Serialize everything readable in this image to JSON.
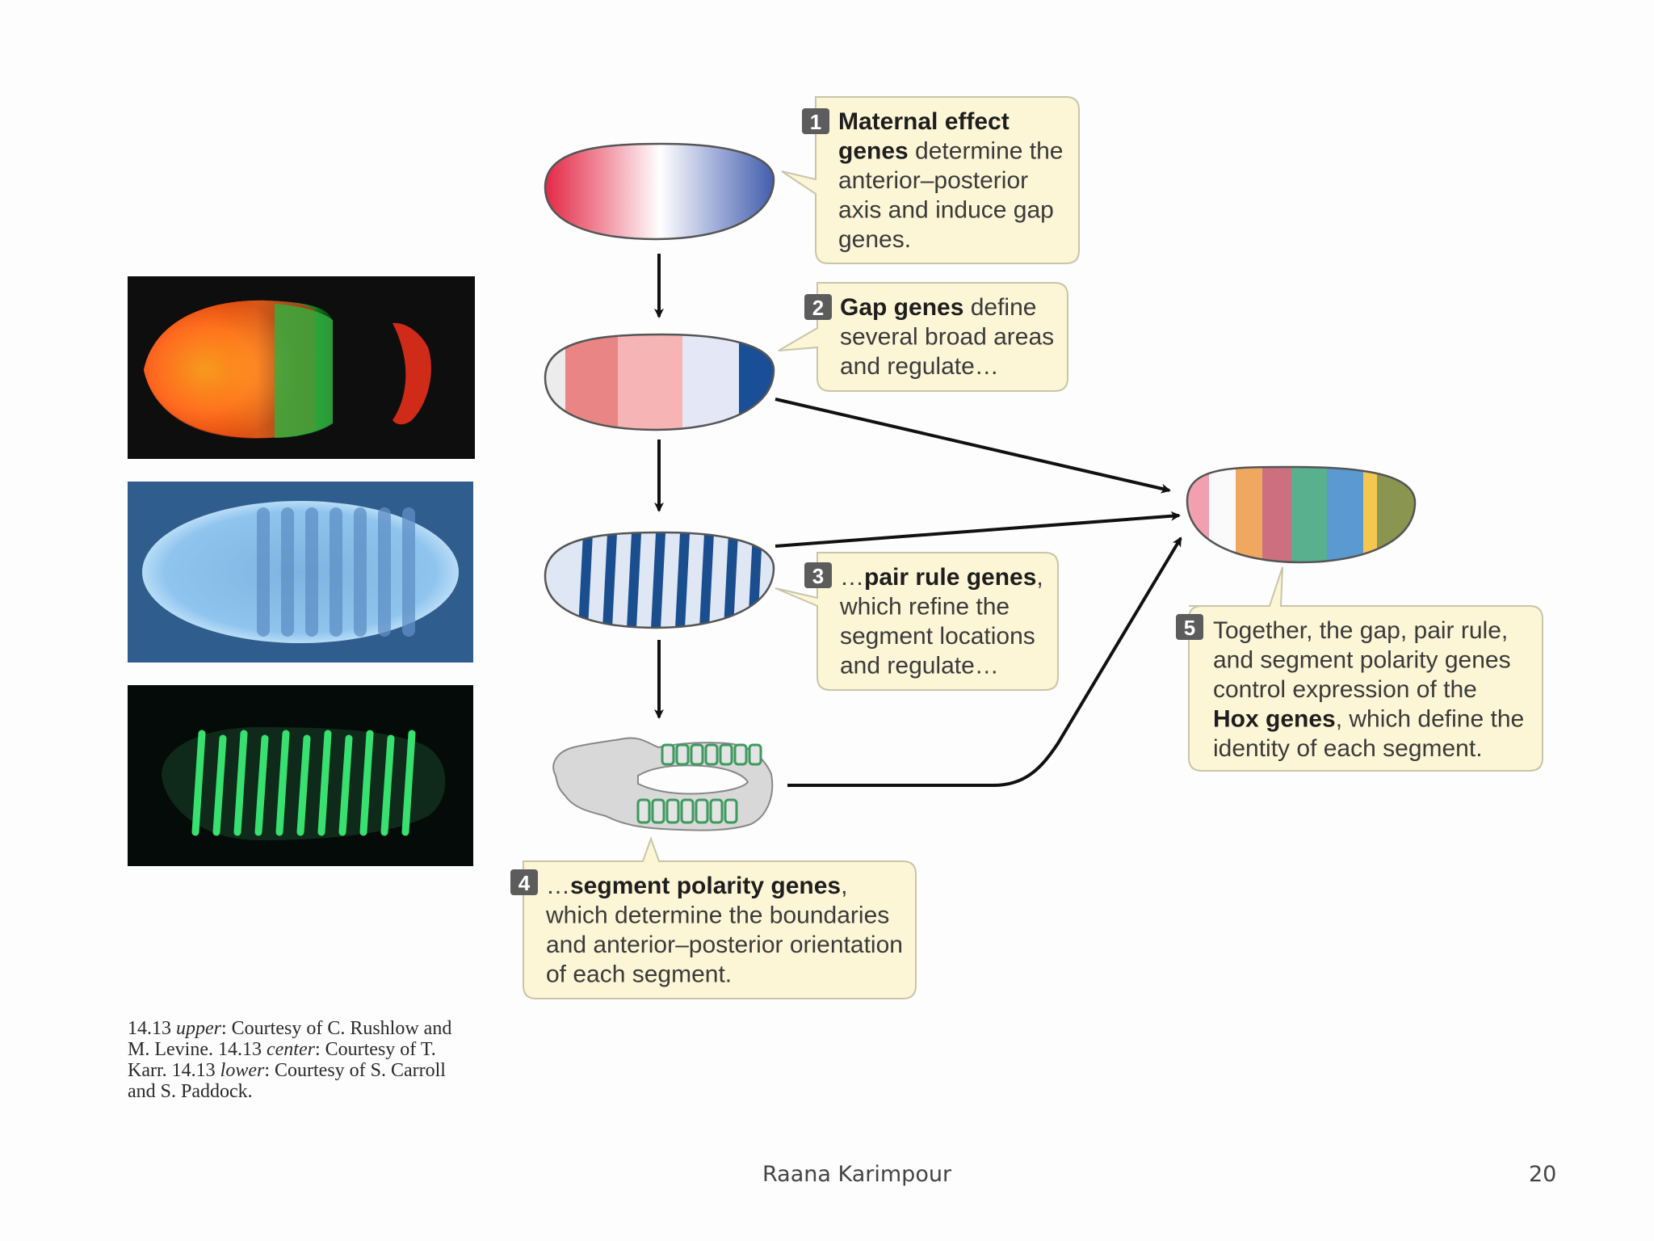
{
  "callouts": [
    {
      "number": "1",
      "lines": [
        [
          {
            "t": "Maternal effect",
            "b": true
          }
        ],
        [
          {
            "t": "genes",
            "b": true
          },
          {
            "t": " determine the",
            "b": false
          }
        ],
        [
          {
            "t": "anterior–posterior",
            "b": false
          }
        ],
        [
          {
            "t": "axis and induce gap",
            "b": false
          }
        ],
        [
          {
            "t": "genes.",
            "b": false
          }
        ]
      ]
    },
    {
      "number": "2",
      "lines": [
        [
          {
            "t": "Gap genes",
            "b": true
          },
          {
            "t": " define",
            "b": false
          }
        ],
        [
          {
            "t": "several broad areas",
            "b": false
          }
        ],
        [
          {
            "t": "and regulate…",
            "b": false
          }
        ]
      ]
    },
    {
      "number": "3",
      "lines": [
        [
          {
            "t": "…",
            "b": false
          },
          {
            "t": "pair rule genes",
            "b": true
          },
          {
            "t": ",",
            "b": false
          }
        ],
        [
          {
            "t": "which refine the",
            "b": false
          }
        ],
        [
          {
            "t": "segment locations",
            "b": false
          }
        ],
        [
          {
            "t": "and regulate…",
            "b": false
          }
        ]
      ]
    },
    {
      "number": "4",
      "lines": [
        [
          {
            "t": "…",
            "b": false
          },
          {
            "t": "segment polarity genes",
            "b": true
          },
          {
            "t": ",",
            "b": false
          }
        ],
        [
          {
            "t": "which determine the boundaries",
            "b": false
          }
        ],
        [
          {
            "t": "and anterior–posterior orientation",
            "b": false
          }
        ],
        [
          {
            "t": "of each segment.",
            "b": false
          }
        ]
      ]
    },
    {
      "number": "5",
      "lines": [
        [
          {
            "t": "Together, the gap, pair rule,",
            "b": false
          }
        ],
        [
          {
            "t": "and segment polarity genes",
            "b": false
          }
        ],
        [
          {
            "t": "control expression of the",
            "b": false
          }
        ],
        [
          {
            "t": "Hox genes",
            "b": true
          },
          {
            "t": ", which define the",
            "b": false
          }
        ],
        [
          {
            "t": "identity of each segment.",
            "b": false
          }
        ]
      ]
    }
  ],
  "credit": {
    "line1_a": "14.13 ",
    "line1_i": "upper",
    "line1_b": ": Courtesy of C. Rushlow and",
    "line2_a": "M. Levine. 14.13 ",
    "line2_i": "center",
    "line2_b": ": Courtesy of T.",
    "line3_a": "Karr. 14.13 ",
    "line3_i": "lower",
    "line3_b": ": Courtesy of S. Carroll",
    "line4_a": "and S. Paddock."
  },
  "footer": {
    "author": "Raana Karimpour",
    "page": "20"
  },
  "colors": {
    "callout_fill": "#fcf6d6",
    "callout_stroke": "#c9c5aa",
    "badge": "#5c5c5c",
    "arrow": "#111111",
    "stripe_blue": "#1a4e8e",
    "segment_green": "#3c9a5f"
  }
}
